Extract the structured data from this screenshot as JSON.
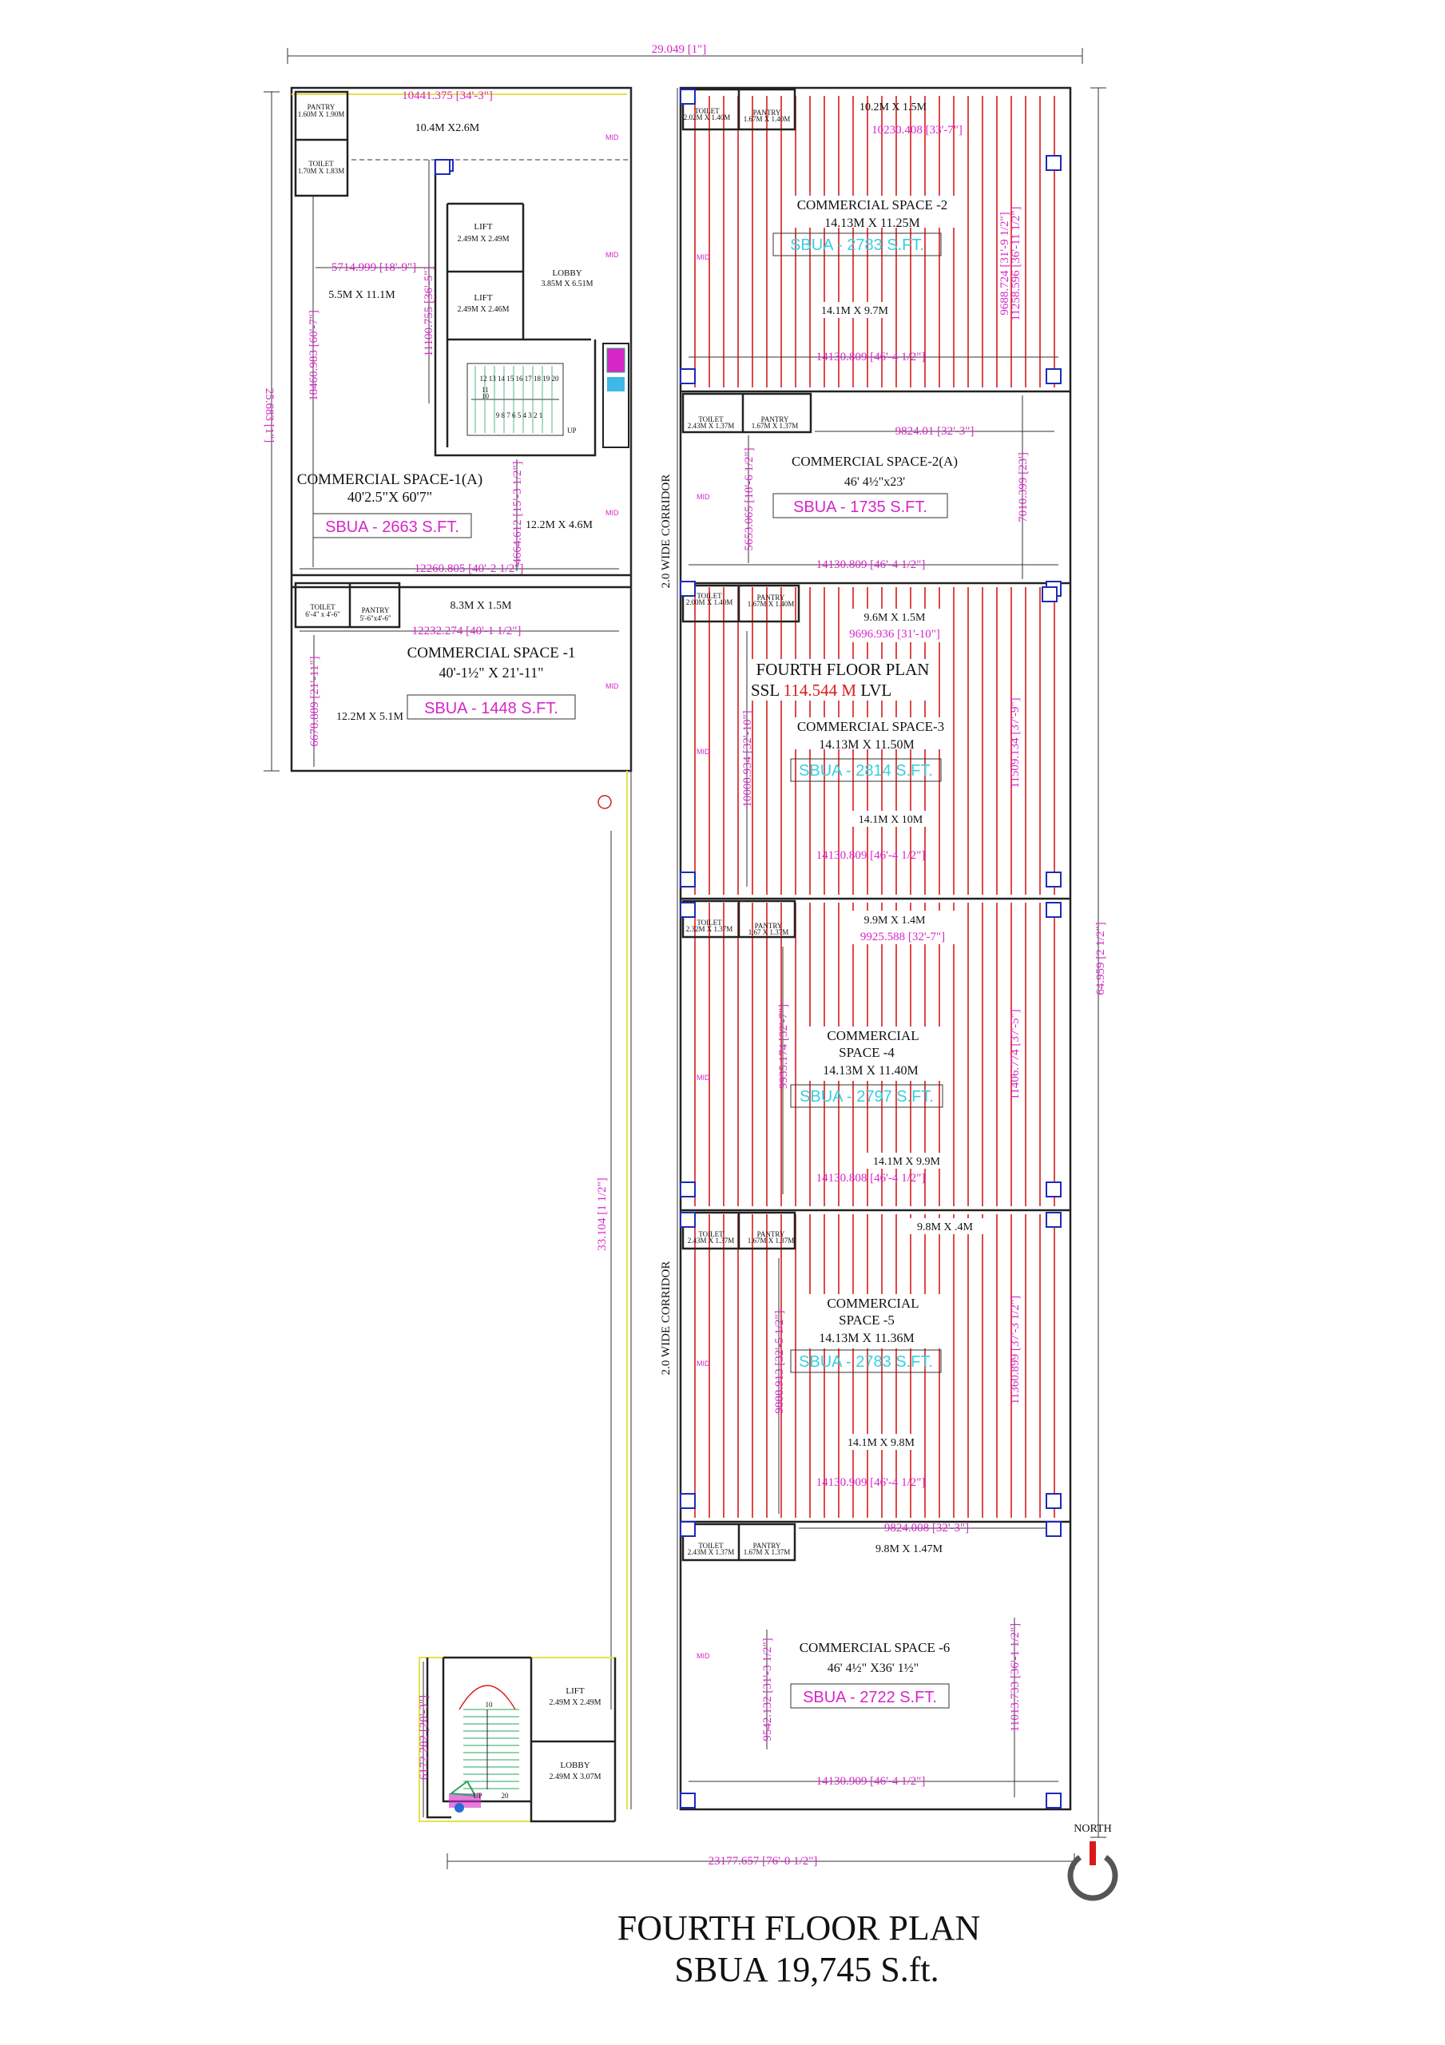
{
  "overall": {
    "top_width": "29.049 [1\"]",
    "left_height": "25.683 [1\"]",
    "right_height": "64.959 [2 1/2\"]",
    "corridor_length": "33.104 [1 1/2\"]",
    "bottom_width": "23177.657 [76'-0 1/2\"]",
    "north": "NORTH"
  },
  "footer": {
    "line1": "FOURTH  FLOOR PLAN",
    "line2": "SBUA 19,745 S.ft."
  },
  "center_title": {
    "line1": "FOURTH FLOOR PLAN",
    "ssl_prefix": "SSL ",
    "ssl_value": "114.544 M",
    "ssl_suffix": " LVL"
  },
  "corridors": {
    "upper": "2.0 WIDE CORRIDOR",
    "lower": "2.0 WIDE CORRIDOR"
  },
  "left_block": {
    "top_dim": "10441.375 [34'-3\"]",
    "top_room": "10.4M X2.6M",
    "pantry": "PANTRY",
    "pantry_size": "1.60M X 1.90M",
    "toilet": "TOILET",
    "toilet_size": "1.70M X 1.83M",
    "left_dim": "5714.999 [18'-9\"]",
    "left_room": "5.5M X 11.1M",
    "vert_dim_a": "18460.983 [60'-7\"]",
    "vert_dim_b": "11100.755 [36'-5\"]",
    "lift1": "LIFT",
    "lift1_size": "2.49M X 2.49M",
    "lift2": "LIFT",
    "lift2_size": "2.49M X 2.46M",
    "lobby": "LOBBY",
    "lobby_size": "3.85M X 6.51M",
    "stair_up": "UP",
    "stair_top_nums": "12 13 14 15 16 17 18 19 20",
    "stair_bottom_nums": "9 8 7 6 5 4 3 2 1",
    "stair_mid": "11",
    "stair_mid2": "10",
    "cs1a_name": "COMMERCIAL SPACE-1(A)",
    "cs1a_dims": "40'2.5\"X 60'7\"",
    "cs1a_sbua": "SBUA -  2663 S.FT.",
    "cs1a_dim_v": "4664.612 [15'-3 1/2\"]",
    "cs1a_room": "12.2M X 4.6M",
    "cs1a_bottom_dim": "12260.805 [40'-2 1/2\"]",
    "cs1_toilet": "TOILET",
    "cs1_toilet_size": "6'-4\" x 4'-6\"",
    "cs1_pantry": "PANTRY",
    "cs1_pantry_size": "5'-6\"x4'-6\"",
    "cs1_strip": "8.3M X 1.5M",
    "cs1_dim_h": "12232.274 [40'-1 1/2\"]",
    "cs1_name": "COMMERCIAL SPACE -1",
    "cs1_dims": "40'-1½\" X 21'-11\"",
    "cs1_sbua": "SBUA -  1448  S.FT.",
    "cs1_dim_v": "6678.889 [21'-11\"]",
    "cs1_room": "12.2M X 5.1M"
  },
  "cs2": {
    "toilet": "TOILET",
    "toilet_size": "2.02M X 1.40M",
    "pantry": "PANTRY",
    "pantry_size": "1.67M X 1.40M",
    "strip": "10.2M X 1.5M",
    "top_dim": "10230.408 [33'-7\"]",
    "name": "COMMERCIAL SPACE -2",
    "size": "14.13M X 11.25M",
    "sbua": "SBUA -  2783  S.FT.",
    "room": "14.1M X 9.7M",
    "bottom_dim": "14130.809 [46'-4 1/2\"]",
    "vdim_a": "9688.724 [31'-9 1/2\"]",
    "vdim_b": "11258.596 [36'-11 1/2\"]"
  },
  "cs2a": {
    "toilet": "TOILET",
    "toilet_size": "2.43M X 1.37M",
    "pantry": "PANTRY",
    "pantry_size": "1.67M X 1.37M",
    "top_dim": "9824.01 [32'-3\"]",
    "name": "COMMERCIAL SPACE-2(A)",
    "dims": "46' 4½\"x23'",
    "sbua": "SBUA -  1735 S.FT.",
    "vdim_l": "5653.065 [18'-6 1/2\"]",
    "vdim_r": "7010.399 [23']",
    "bottom_dim": "14130.809 [46'-4 1/2\"]"
  },
  "cs3": {
    "toilet": "TOILET",
    "toilet_size": "2.00M X 1.40M",
    "pantry": "PANTRY",
    "pantry_size": "1.67M X 1.40M",
    "strip": "9.6M X 1.5M",
    "top_dim": "9696.936 [31'-10\"]",
    "name": "COMMERCIAL SPACE-3",
    "size": "14.13M  X 11.50M",
    "sbua": "SBUA -  2814  S.FT.",
    "room": "14.1M X 10M",
    "vdim_l": "10008.934 [32'-10\"]",
    "vdim_r": "11509.134 [37'-9\"]",
    "bottom_dim": "14130.809 [46'-4 1/2\"]"
  },
  "cs4": {
    "toilet": "TOILET",
    "toilet_size": "2.32M X 1.37M",
    "pantry": "PANTRY",
    "pantry_size": "1.67 X 1.37M",
    "strip": "9.9M X 1.4M",
    "top_dim": "9925.588 [32'-7\"]",
    "name1": "COMMERCIAL",
    "name2": "SPACE -4",
    "size": "14.13M X 11.40M",
    "sbua": "SBUA -  2797  S.FT.",
    "room": "14.1M X 9.9M",
    "vdim_l": "9935.174 [32'-7\"]",
    "vdim_r": "11406.774 [37'-5\"]",
    "bottom_dim": "14130.808 [46'-4 1/2\"]"
  },
  "cs5": {
    "toilet": "TOILET",
    "toilet_size": "2.43M X 1.37M",
    "pantry": "PANTRY",
    "pantry_size": "1.67M X 1.37M",
    "strip": "9.8M X  .4M",
    "name1": "COMMERCIAL",
    "name2": "SPACE -5",
    "size": "14.13M X 11.36M",
    "sbua": "SBUA -  2783  S.FT.",
    "room": "14.1M X 9.8M",
    "vdim_l": "9888.913 [32'-5 1/2\"]",
    "vdim_r": "11360.899 [37'-3 1/2\"]",
    "bottom_dim": "14130.909 [46'-4 1/2\"]"
  },
  "cs6": {
    "toilet": "TOILET",
    "toilet_size": "2.43M X 1.37M",
    "pantry": "PANTRY",
    "pantry_size": "1.67M X 1.37M",
    "top_dim": "9824.008 [32'-3\"]",
    "strip": "9.8M X 1.47M",
    "name": "COMMERCIAL SPACE -6",
    "dims": "46' 4½\" X36' 1½\"",
    "sbua": "SBUA -  2722 S.FT.",
    "vdim_l": "9542.132 [31'-3 1/2\"]",
    "vdim_r": "11013.733 [36'-1 1/2\"]",
    "bottom_dim": "14130.909 [46'-4 1/2\"]"
  },
  "bottom_core": {
    "lift": "LIFT",
    "lift_size": "2.49M X 2.49M",
    "lobby": "LOBBY",
    "lobby_size": "2.49M X 3.07M",
    "vdim": "6172.202 [20'-3\"]",
    "up": "UP",
    "stair_top": "10",
    "stair_bottom": "20"
  },
  "mid_label": "MID"
}
